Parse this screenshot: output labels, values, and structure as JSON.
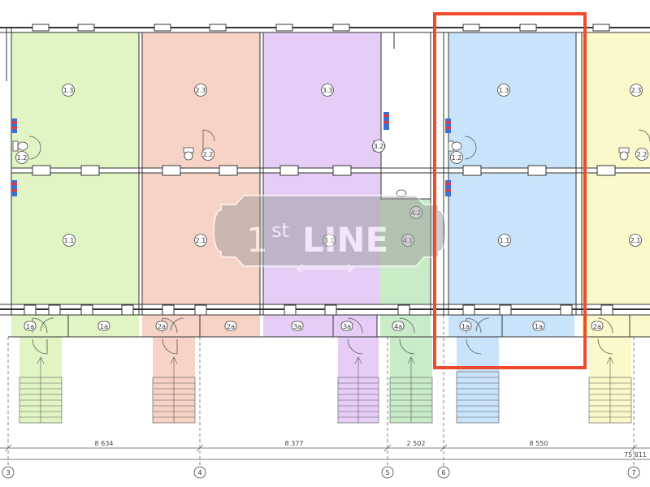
{
  "colors": {
    "green": "#e1f5c4",
    "salmon": "#f7d3c6",
    "lavender": "#e6cdf6",
    "mint": "#c9ecc8",
    "blue": "#c9e3fa",
    "yellow": "#fbf8c9",
    "highlight": "#f04a2c",
    "wall": "#333333"
  },
  "rooms": {
    "g13": "1.3",
    "g12": "1.2",
    "g11": "1.1",
    "s23": "2.3",
    "s22": "2.2",
    "s21": "2.1",
    "l33": "3.3",
    "l32": "3.2",
    "l31": "3.1",
    "m42": "4.2",
    "m41": "4.1",
    "b13": "1.3",
    "b12": "1.2",
    "b11": "1.1",
    "y23": "2.3",
    "y22": "2.2",
    "y21": "2.1"
  },
  "vestibules": {
    "g1a_a": "1a",
    "g1a_b": "1a",
    "s2a_a": "2a",
    "s2a_b": "2a",
    "l3a_a": "3a",
    "l3a_b": "3a",
    "m4a": "4a",
    "b1a_a": "1a",
    "b1a_b": "1a",
    "y2a": "2a"
  },
  "dimensions": {
    "d1": "8 634",
    "d2": "8 377",
    "d3": "2 502",
    "d4": "8 550",
    "d5": "75 611"
  },
  "axes": {
    "a3": "3",
    "a4": "4",
    "a5": "5",
    "a6": "6",
    "a7": "7"
  },
  "watermark": {
    "number": "1",
    "suffix": "st",
    "word": "LINE"
  }
}
